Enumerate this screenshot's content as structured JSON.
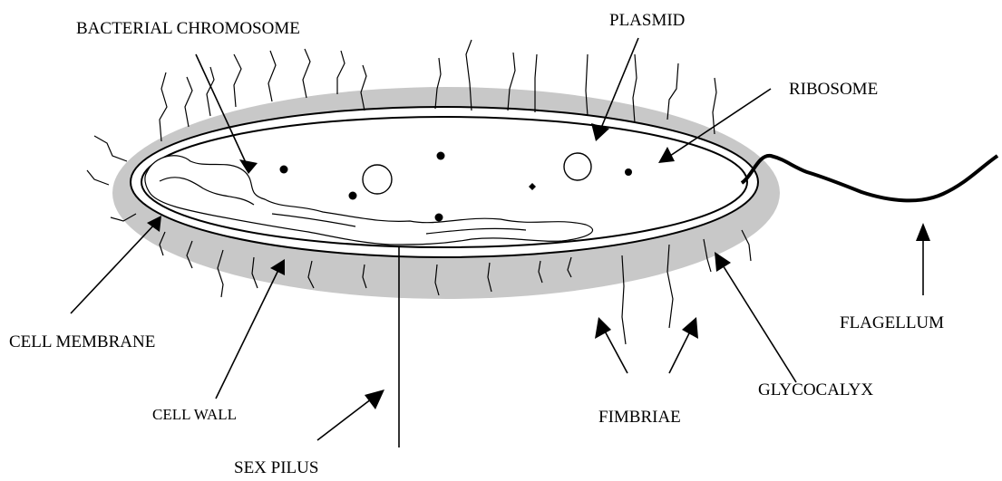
{
  "diagram": {
    "colors": {
      "glycocalyx": "#c8c8c8",
      "ink": "#000000",
      "background": "#ffffff"
    },
    "labels": {
      "bacterial_chromosome": "BACTERIAL CHROMOSOME",
      "plasmid": "PLASMID",
      "ribosome": "RIBOSOME",
      "cell_membrane": "CELL MEMBRANE",
      "cell_wall": "CELL WALL",
      "sex_pilus": "SEX PILUS",
      "fimbriae": "FIMBRIAE",
      "glycocalyx": "GLYCOCALYX",
      "flagellum": "FLAGELLUM"
    }
  }
}
